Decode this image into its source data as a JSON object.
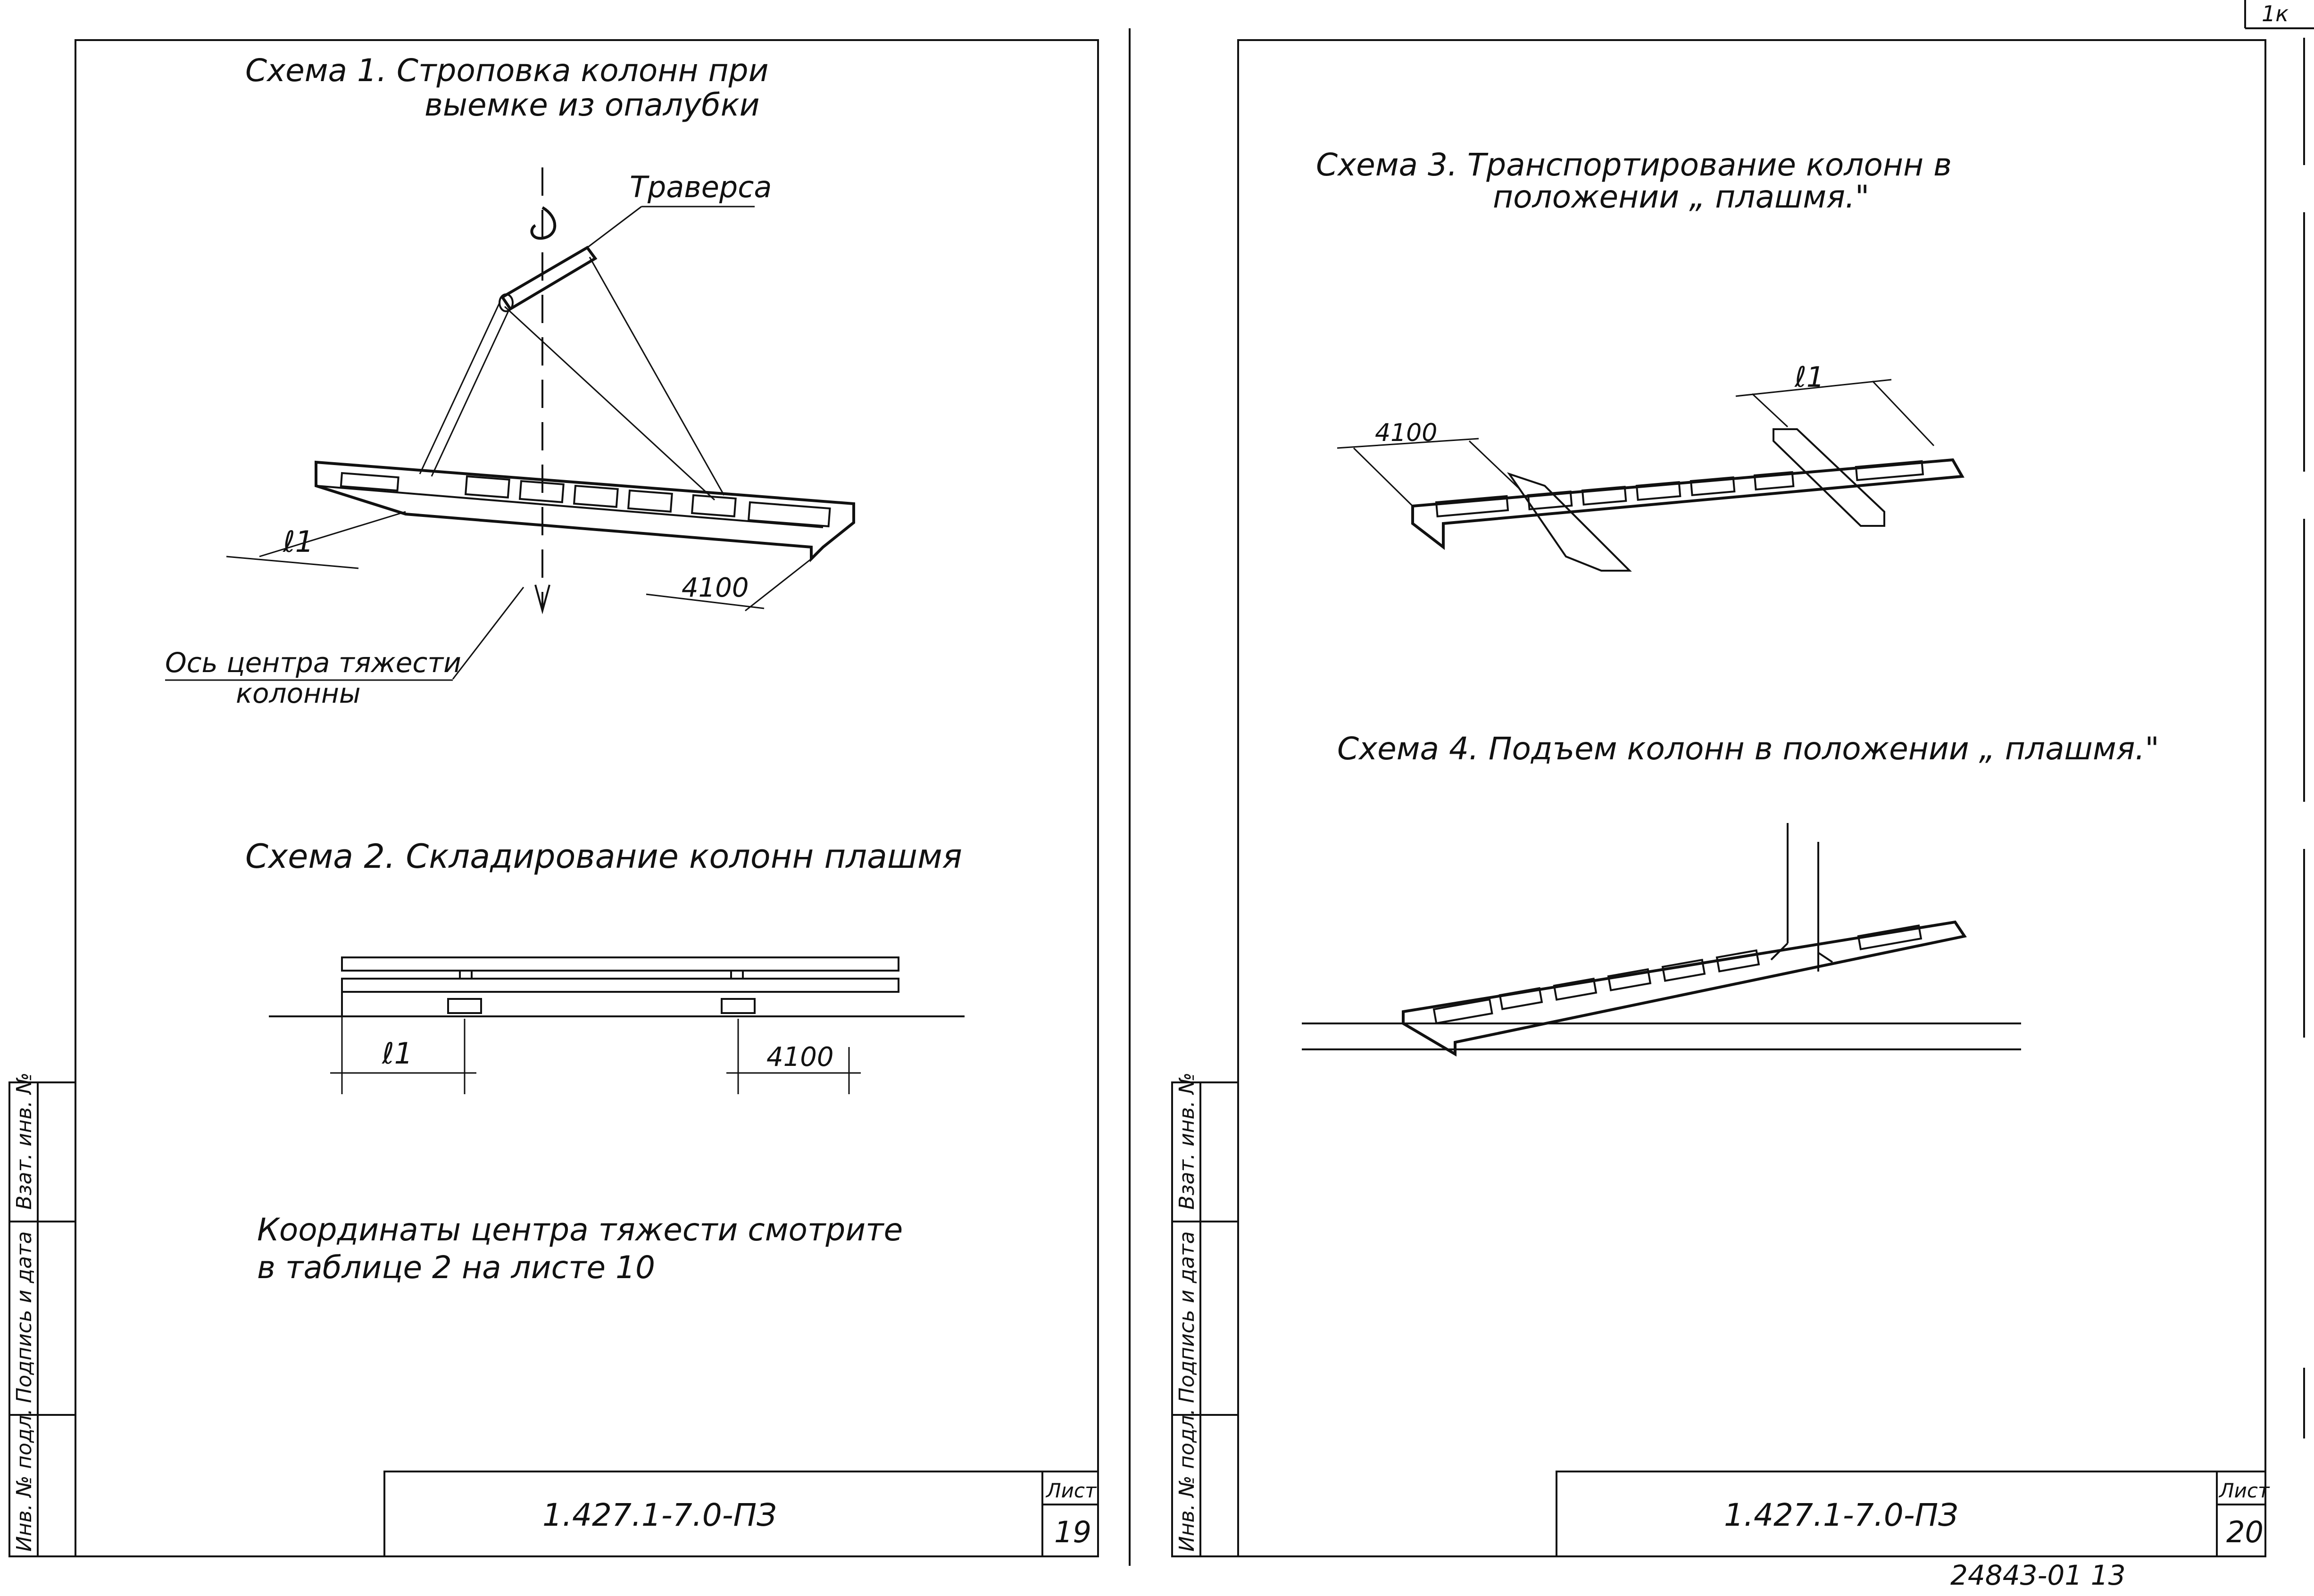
{
  "corner_mark": "1к",
  "archive_number": "24843-01   13",
  "side_stamp": {
    "top": "Взат. инв. №",
    "middle": "Подпись и дата",
    "bottom": "Инв. № подл."
  },
  "sheet_left": {
    "scheme1": {
      "title_line1": "Схема 1.   Строповка колонн при",
      "title_line2": "выемке из опалубки",
      "label_traverse": "Траверса",
      "label_l1": "ℓ1",
      "label_4100": "4100",
      "label_axis_line1": "Ось центра тяжести",
      "label_axis_line2": "колонны"
    },
    "scheme2": {
      "title": "Схема 2.   Складирование колонн плашмя",
      "label_l1": "ℓ1",
      "label_4100": "4100"
    },
    "note_line1": "Координаты центра тяжести смотрите",
    "note_line2": "в таблице 2   на листе 10",
    "title_block": {
      "designation": "1.427.1-7.0-ПЗ",
      "sheet_label": "Лист",
      "sheet_number": "19"
    }
  },
  "sheet_right": {
    "scheme3": {
      "title_line1": "Схема 3.   Транспортирование колонн в",
      "title_line2": "положении „ плашмя.\"",
      "label_l1": "ℓ1",
      "label_4100": "4100"
    },
    "scheme4": {
      "title": "Схема 4.   Подъем колонн в положении „ плашмя.\""
    },
    "title_block": {
      "designation": "1.427.1-7.0-ПЗ",
      "sheet_label": "Лист",
      "sheet_number": "20"
    }
  }
}
